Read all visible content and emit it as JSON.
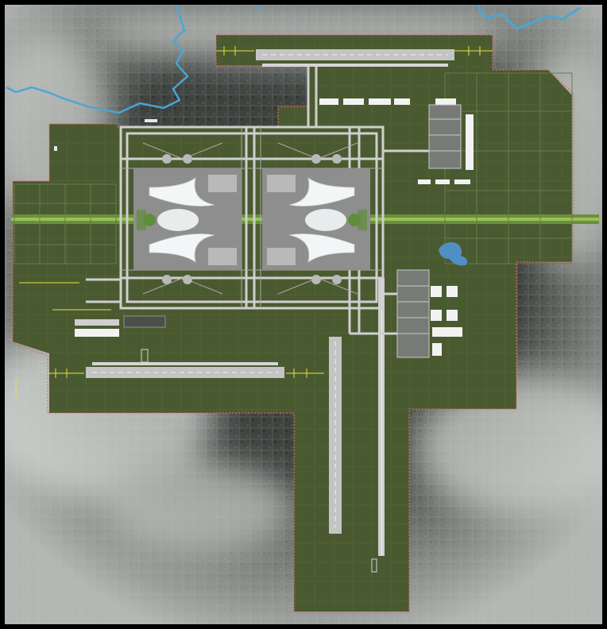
{
  "map": {
    "kind": "airport-master-plan-aerial",
    "colors": {
      "frame": "#000000",
      "haze": "#b4b8b4",
      "urban": "#3a3f3c",
      "site": "#4a5a30",
      "site_dark": "#3f4e28",
      "runway": "#bcbcbc",
      "taxiway": "#d2d2d2",
      "apron": "#8e8e8e",
      "terminal": "#f4f6f6",
      "boundary": "#e06a6a",
      "river": "#4aa6d6",
      "lake": "#4f8fc4",
      "greenbelt": "#8fbf50",
      "approach_light": "#e8e040"
    },
    "features": [
      "river",
      "site-boundary",
      "runway",
      "taxiway",
      "terminal-building",
      "apron",
      "cargo-building",
      "lake",
      "green-corridor",
      "approach-lights",
      "urban-area"
    ]
  }
}
